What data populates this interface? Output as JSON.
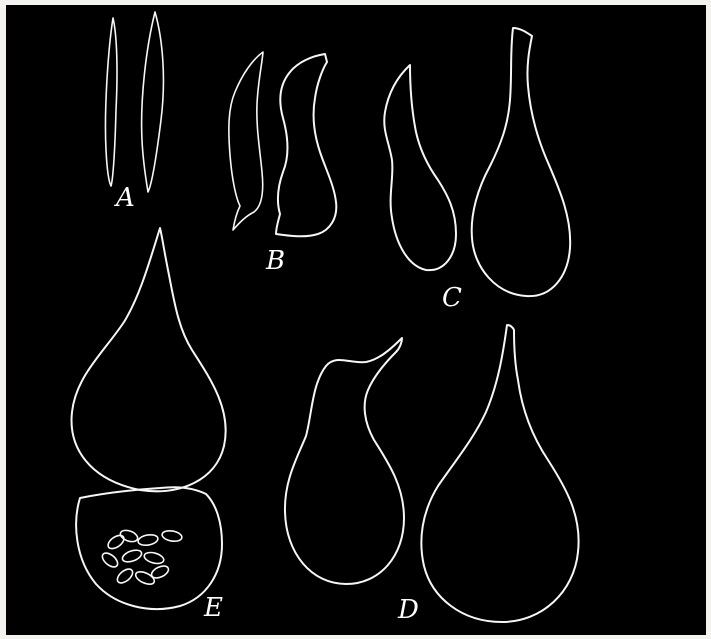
{
  "labels": {
    "a": "A",
    "b": "B",
    "c": "C",
    "d": "D",
    "e": "E"
  },
  "colors": {
    "background": "#000000",
    "outline": "#f6f6f6",
    "margin": "#f4f2ee"
  }
}
